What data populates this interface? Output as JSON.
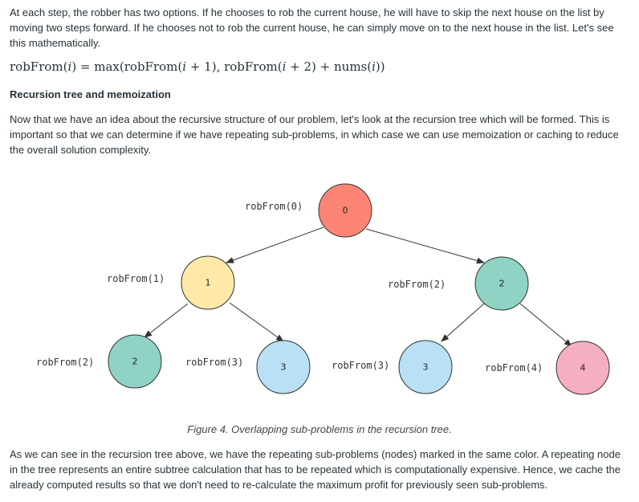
{
  "intro": "At each step, the robber has two options. If he chooses to rob the current house, he will have to skip the next house on the list by moving two steps forward. If he chooses not to rob the current house, he can simply move on to the next house in the list. Let's see this mathematically.",
  "formula": {
    "lhs": "robFrom(",
    "var": "i",
    "rhs_a": ") = max(robFrom(",
    "rhs_b": " + 1), robFrom(",
    "rhs_c": " + 2) + nums(",
    "rhs_d": "))"
  },
  "section_heading": "Recursion tree and memoization",
  "tree_intro": "Now that we have an idea about the recursive structure of our problem, let's look at the recursion tree which will be formed. This is important so that we can determine if we have repeating sub-problems, in which case we can use memoization or caching to reduce the overall solution complexity.",
  "tree": {
    "nodes": [
      {
        "value": "0",
        "label": "robFrom(0)",
        "color": "#fe8575"
      },
      {
        "value": "1",
        "label": "robFrom(1)",
        "color": "#fee9a8"
      },
      {
        "value": "2",
        "label": "robFrom(2)",
        "color": "#8fd3c4"
      },
      {
        "value": "2",
        "label": "robFrom(2)",
        "color": "#8fd3c4"
      },
      {
        "value": "3",
        "label": "robFrom(3)",
        "color": "#b9e0f4"
      },
      {
        "value": "3",
        "label": "robFrom(3)",
        "color": "#b9e0f4"
      },
      {
        "value": "4",
        "label": "robFrom(4)",
        "color": "#f6aec1"
      }
    ]
  },
  "caption": "Figure 4. Overlapping sub-problems in the recursion tree.",
  "conclusion": "As we can see in the recursion tree above, we have the repeating sub-problems (nodes) marked in the same color. A repeating node in the tree represents an entire subtree calculation that has to be repeated which is computationally expensive. Hence, we cache the already computed results so that we don't need to re-calculate the maximum profit for previously seen sub-problems."
}
